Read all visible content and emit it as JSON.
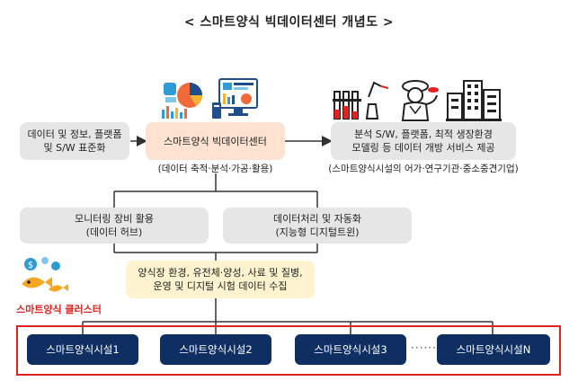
{
  "title": "< 스마트양식 빅데이터센터 개념도 >",
  "top_row": {
    "left_box": [
      "데이터 및 정보, 플랫폼",
      "및 S/W 표준화"
    ],
    "center_box": "스마트양식 빅데이터센터",
    "center_caption": "(데이터 축적·분석·가공·활용)",
    "right_box": [
      "분석 S/W, 플랫폼, 최적 생장환경",
      "모델링 등 데이터 개방 서비스 제공"
    ],
    "right_caption": "(스마트양식시설의 어가·연구기관·중소중견기업)"
  },
  "middle_row": {
    "left_box": [
      "모니터링 장비 활용",
      "(데이터 허브)"
    ],
    "right_box": [
      "데이터처리 및 자동화",
      "(지능형 디지털트윈)"
    ]
  },
  "collect_box": [
    "양식장 환경, 유전체·양성, 사료 및 질병,",
    "운영 및 디지털 시험 데이터 수집"
  ],
  "cluster": {
    "label": "스마트양식 클러스터",
    "facilities": [
      "스마트양식시설1",
      "스마트양식시설2",
      "스마트양식시설3",
      "스마트양식시설N"
    ],
    "ellipsis": "······"
  },
  "colors": {
    "navy": "#0f2f63",
    "cluster_red": "#e0231f",
    "peach": "#fde2d2",
    "gray": "#e6e6e6",
    "cream": "#fdf3cf"
  },
  "icons": [
    "analytics-icon",
    "dashboard-monitor-icon",
    "laboratory-icon",
    "fisherman-icon",
    "city-buildings-icon",
    "fish-coins-icon"
  ]
}
